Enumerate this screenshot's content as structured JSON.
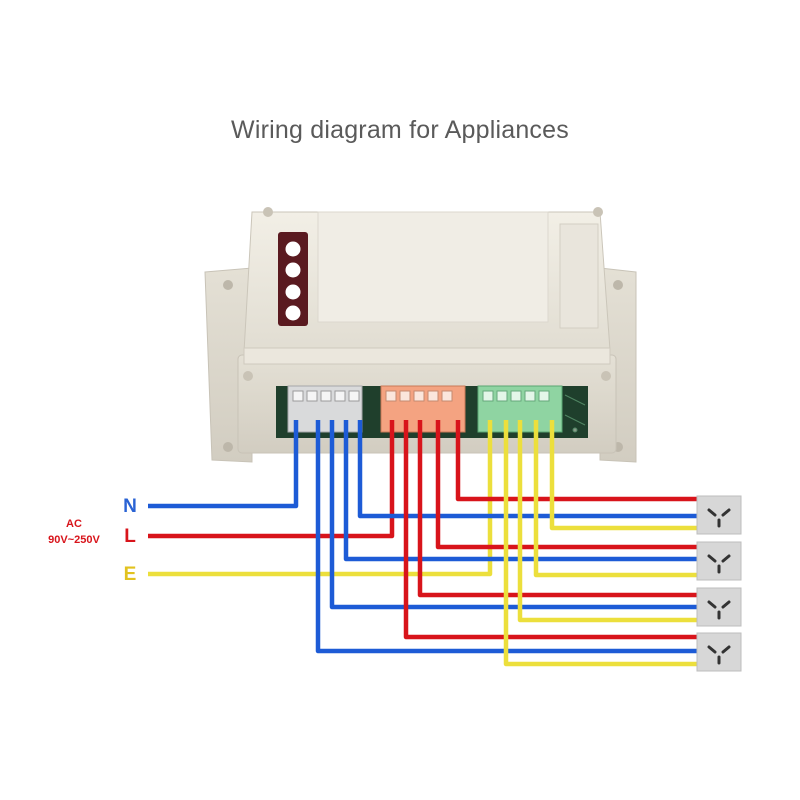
{
  "title": "Wiring diagram for Appliances",
  "labels": {
    "n": "N",
    "ac": "AC",
    "voltage": "90V~250V",
    "l": "L",
    "e": "E"
  },
  "colors": {
    "neutral": "#1d5bd6",
    "live": "#d8141b",
    "earth": "#ecdf3c",
    "n_label": "#2a63d4",
    "l_label": "#d8141b",
    "e_label": "#e2c21e",
    "title": "#5a5a5a"
  },
  "device": {
    "led_indicators": 4,
    "terminal_blocks": [
      "gray",
      "orange",
      "green"
    ],
    "outlets": 4
  }
}
